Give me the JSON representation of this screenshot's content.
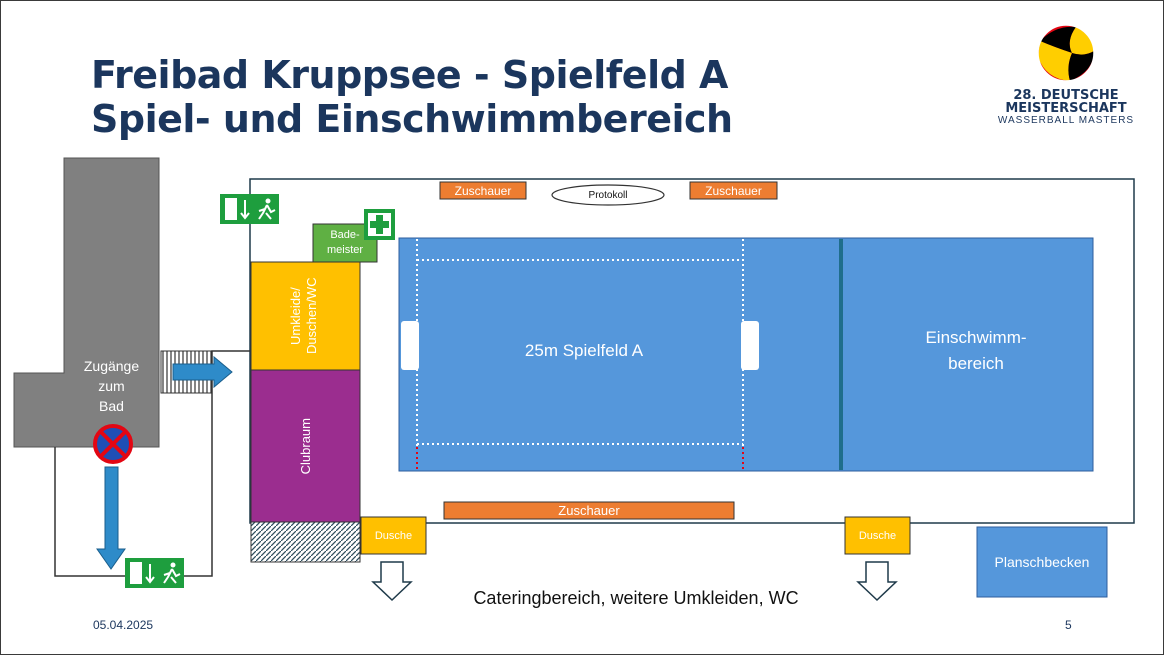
{
  "title": {
    "line1": "Freibad Kruppsee - Spielfeld A",
    "line2": "Spiel- und Einschwimmbereich"
  },
  "logo": {
    "line1": "28. DEUTSCHE",
    "line2": "MEISTERSCHAFT",
    "line3": "WASSERBALL MASTERS"
  },
  "areas": {
    "entrance": "Zugänge\nzum\nBad",
    "changing": "Umkleide/ Duschen/WC",
    "clubroom": "Clubraum",
    "lifeguard": "Bade-\nmeister",
    "spectators_left": "Zuschauer",
    "spectators_right": "Zuschauer",
    "spectators_bottom": "Zuschauer",
    "protocol": "Protokoll",
    "field": "25m Spielfeld A",
    "warmup": "Einschwimm-\nbereich",
    "shower_left": "Dusche",
    "shower_right": "Dusche",
    "kids_pool": "Planschbecken",
    "catering": "Cateringbereich, weitere Umkleiden, WC"
  },
  "footer": {
    "date": "05.04.2025",
    "page": "5"
  },
  "colors": {
    "title": "#1b365d",
    "building": "#7f7f7f",
    "pool": "#5597db",
    "changing": "#ffc000",
    "clubroom": "#9b2d8f",
    "exit_green": "#1e9e3e",
    "spectators": "#ed7d31",
    "arrow_blue": "#2e8bc9",
    "lane_line": "#1f6e8c"
  },
  "icons": [
    "emergency-exit-icon",
    "first-aid-icon",
    "no-parking-icon",
    "arrow-right-icon",
    "arrow-down-icon",
    "hollow-arrow-down-icon"
  ]
}
